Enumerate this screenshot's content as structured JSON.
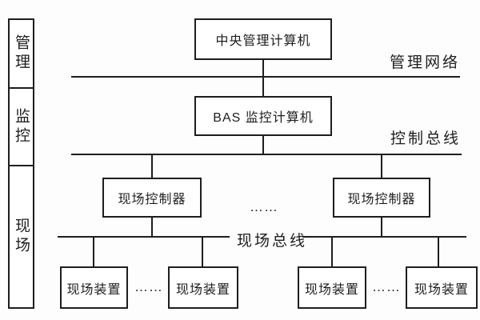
{
  "sidebar": {
    "layers": [
      {
        "label": "管理"
      },
      {
        "label": "监控"
      },
      {
        "label": "现场"
      }
    ]
  },
  "nodes": {
    "central_computer": {
      "label": "中央管理计算机"
    },
    "bas_computer": {
      "label": "BAS 监控计算机"
    },
    "controllers": [
      {
        "label": "现场控制器"
      },
      {
        "label": "现场控制器"
      }
    ],
    "devices": [
      {
        "label": "现场装置"
      },
      {
        "label": "现场装置"
      },
      {
        "label": "现场装置"
      },
      {
        "label": "现场装置"
      }
    ]
  },
  "buses": {
    "management_network": {
      "label": "管理网络"
    },
    "control_bus": {
      "label": "控制总线"
    },
    "field_bus": {
      "label": "现场总线"
    }
  },
  "ellipses": [
    {
      "text": "……"
    },
    {
      "text": "……"
    },
    {
      "text": "……"
    }
  ],
  "colors": {
    "line": "#1e1e1e",
    "background": "#fdfdfd",
    "node_background": "#ffffff",
    "text": "#1e1e1e"
  }
}
